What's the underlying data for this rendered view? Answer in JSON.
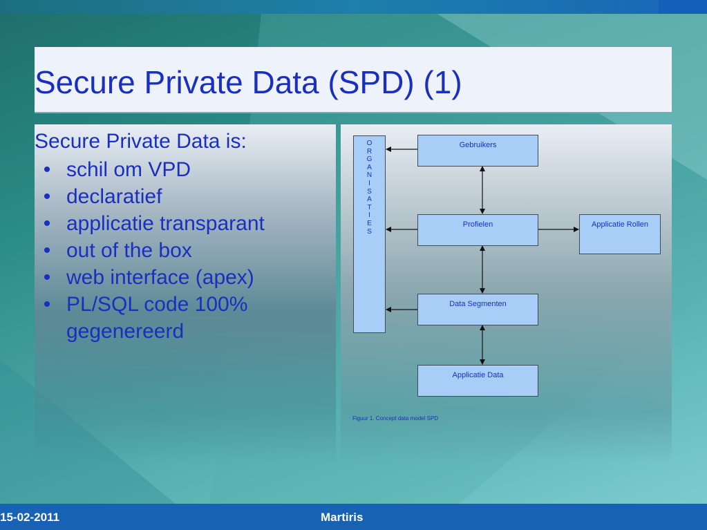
{
  "slide": {
    "title": "Secure Private Data (SPD) (1)",
    "intro": "Secure Private Data is:",
    "bullets": [
      "schil om VPD",
      "declaratief",
      "applicatie transparant",
      "out of the box",
      "web interface (apex)",
      "PL/SQL code 100% gegenereerd"
    ]
  },
  "diagram": {
    "organisaties_letters": [
      "O",
      "R",
      "G",
      "A",
      "N",
      "I",
      "S",
      "A",
      "T",
      "I",
      "E",
      "S"
    ],
    "boxes": {
      "gebruikers": "Gebruikers",
      "profielen": "Profielen",
      "applicatie_rollen": "Applicatie Rollen",
      "data_segmenten": "Data Segmenten",
      "applicatie_data": "Applicatie Data"
    },
    "caption": "Figuur 1. Concept data model SPD"
  },
  "footer": {
    "date": "15-02-2011",
    "organization": "Martiris"
  },
  "colors": {
    "title_text": "#1a2fbf",
    "box_fill": "#a8cdf7",
    "footer_bar": "#1862b4"
  }
}
